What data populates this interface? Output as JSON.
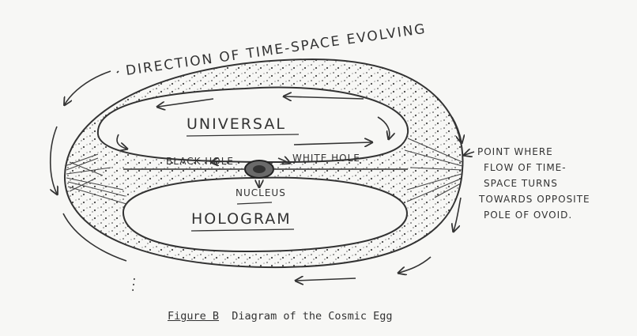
{
  "diagram": {
    "header_label": "DIRECTION OF TIME-SPACE EVOLVING",
    "upper_region_label": "UNIVERSAL",
    "lower_region_label": "HOLOGRAM",
    "black_hole_label": "BLACK HOLE",
    "white_hole_label": "WHITE HOLE",
    "nucleus_label": "NUCLEUS",
    "turn_point_note": [
      "POINT WHERE",
      "FLOW OF TIME-",
      "SPACE TURNS",
      "TOWARDS OPPOSITE",
      "POLE OF OVOID."
    ]
  },
  "caption": {
    "figure_label": "Figure B",
    "text": "Diagram of the Cosmic Egg"
  }
}
